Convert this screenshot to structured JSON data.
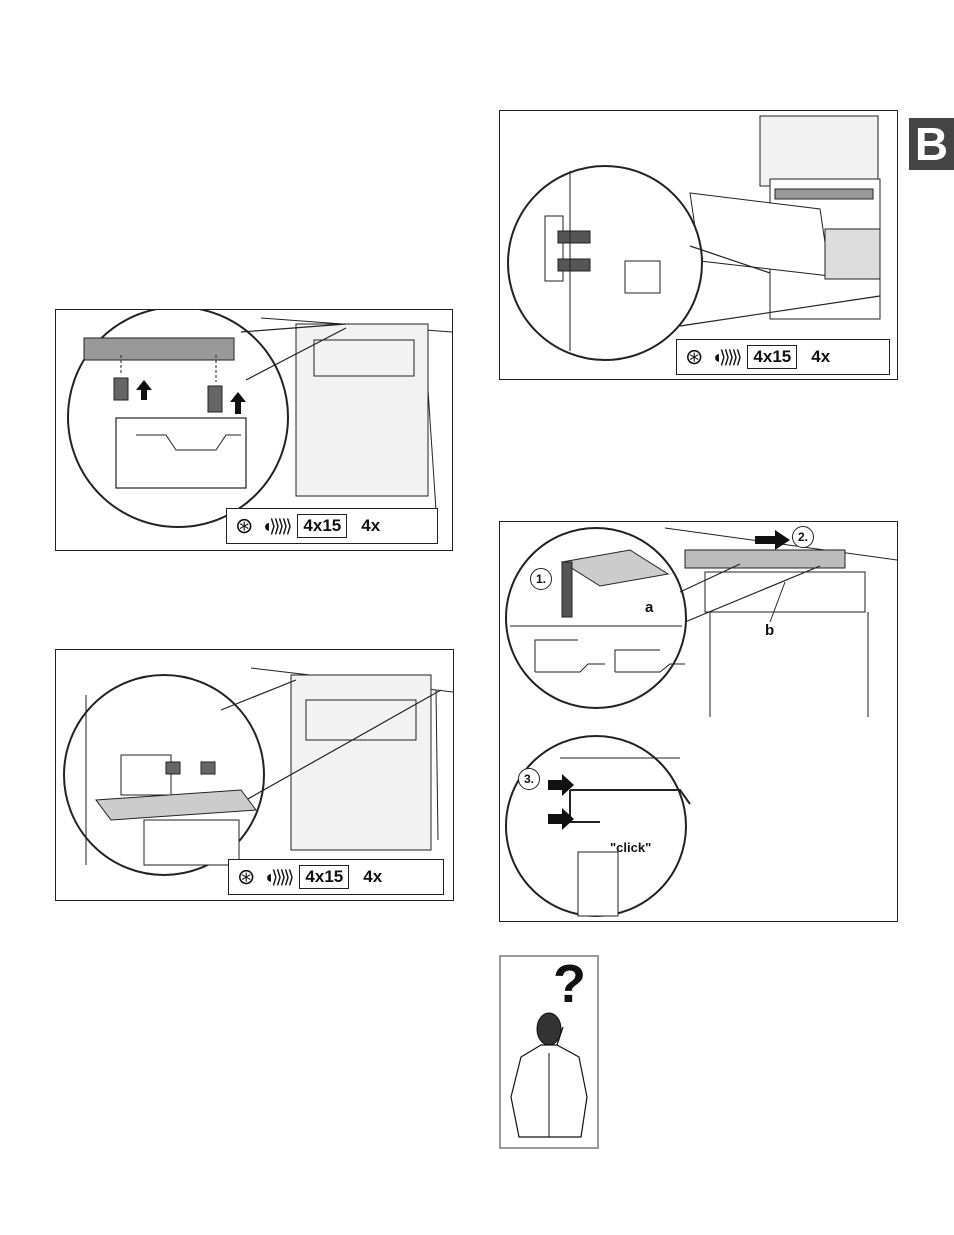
{
  "side_tab": {
    "letter": "B"
  },
  "fig1": {
    "size": "4x15",
    "qty": "4x"
  },
  "fig2": {
    "size": "4x15",
    "qty": "4x"
  },
  "fig3": {
    "size": "4x15",
    "qty": "4x"
  },
  "fig4": {
    "label_a": "a",
    "label_b": "b",
    "step1": "1.",
    "step2": "2.",
    "step3": "3.",
    "click": "\"click\""
  },
  "help": {
    "mark": "?"
  }
}
